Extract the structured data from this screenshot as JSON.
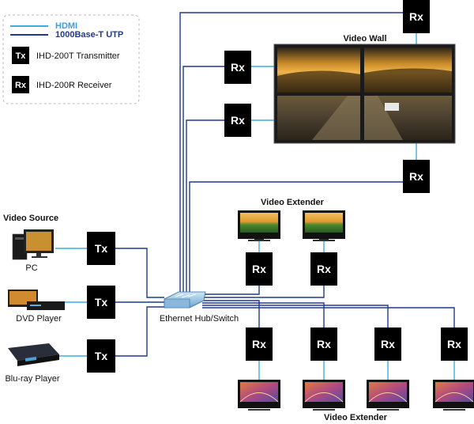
{
  "legend": {
    "hdmi_label": "HDMI",
    "utp_label": "1000Base-T UTP",
    "tx_code": "Tx",
    "tx_desc": "IHD-200T Transmitter",
    "rx_code": "Rx",
    "rx_desc": "IHD-200R Receiver"
  },
  "colors": {
    "hdmi": "#3aaee0",
    "utp": "#1f3a8a",
    "legend_hdmi_text": "#3aa0dd",
    "legend_utp_text": "#1f3a8a"
  },
  "labels": {
    "video_wall": "Video Wall",
    "video_extender_mid": "Video Extender",
    "video_extender_bottom": "Video Extender",
    "video_source": "Video Source",
    "pc": "PC",
    "dvd": "DVD Player",
    "bluray": "Blu-ray Player",
    "switch": "Ethernet Hub/Switch"
  },
  "tx_units": [
    "Tx",
    "Tx",
    "Tx"
  ],
  "rx_units": [
    "Rx",
    "Rx",
    "Rx",
    "Rx",
    "Rx",
    "Rx",
    "Rx",
    "Rx",
    "Rx",
    "Rx"
  ]
}
